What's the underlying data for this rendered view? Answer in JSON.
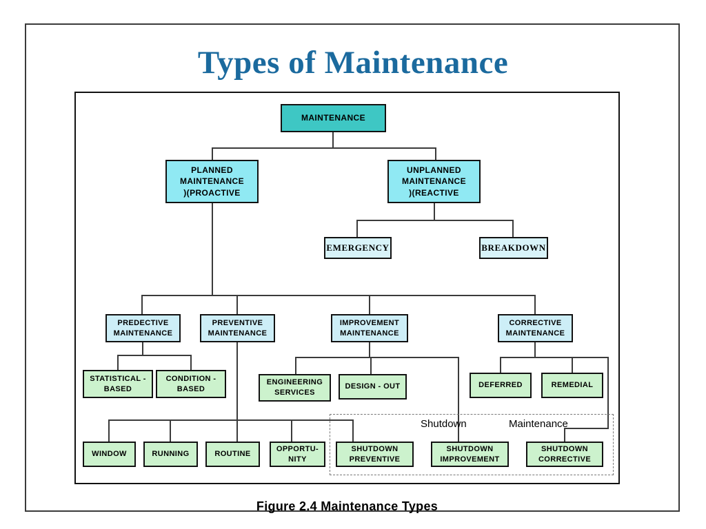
{
  "title": "Types of Maintenance",
  "caption": "Figure 2.4  Maintenance Types",
  "colors": {
    "title_blue": "#1b6a9e",
    "root_teal": "#3ec7c4",
    "level2_cyan": "#90e9f3",
    "level3_pale_cyan": "#cdeef7",
    "reactive_pale_cyan": "#d8f3f9",
    "leaf_green": "#ccf2cd",
    "connector": "#3a3a3a"
  },
  "nodes": {
    "maintenance": {
      "label": "MAINTENANCE"
    },
    "planned": {
      "label": "PLANNED\nMAINTENANCE\n)(PROACTIVE"
    },
    "unplanned": {
      "label": "UNPLANNED\nMAINTENANCE\n)(REACTIVE"
    },
    "emergency": {
      "label": "EMERGENCY"
    },
    "breakdown": {
      "label": "BREAKDOWN"
    },
    "predective": {
      "label": "PREDECTIVE\nMAINTENANCE"
    },
    "preventive": {
      "label": "PREVENTIVE\nMAINTENANCE"
    },
    "improvement": {
      "label": "IMPROVEMENT\nMAINTENANCE"
    },
    "corrective": {
      "label": "CORRECTIVE\nMAINTENANCE"
    },
    "statistical_based": {
      "label": "STATISTICAL -\nBASED"
    },
    "condition_based": {
      "label": "CONDITION -\nBASED"
    },
    "engineering_services": {
      "label": "ENGINEERING\nSERVICES"
    },
    "design_out": {
      "label": "DESIGN - OUT"
    },
    "deferred": {
      "label": "DEFERRED"
    },
    "remedial": {
      "label": "REMEDIAL"
    },
    "window": {
      "label": "WINDOW"
    },
    "running": {
      "label": "RUNNING"
    },
    "routine": {
      "label": "ROUTINE"
    },
    "opportunity": {
      "label": "OPPORTU-\nNITY"
    },
    "shutdown_preventive": {
      "label": "SHUTDOWN\nPREVENTIVE"
    },
    "shutdown_improvement": {
      "label": "SHUTDOWN\nIMPROVEMENT"
    },
    "shutdown_corrective": {
      "label": "SHUTDOWN\nCORRECTIVE"
    }
  },
  "annotations": {
    "shutdown": "Shutdown",
    "maintenance": "Maintenance"
  }
}
